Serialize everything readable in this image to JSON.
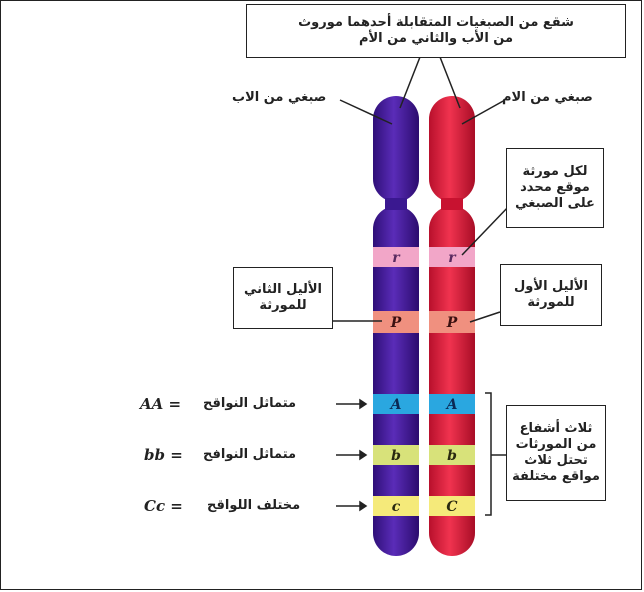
{
  "labels": {
    "top_box": "شقع من الصبغيات المتقابلة أحدهما موروث\nمن الأب والثاني من الأم",
    "paternal_chromosome": "صبغي من الاب",
    "maternal_chromosome": "صبغي من الام",
    "gene_locus": "لكل مورثة\nموقع محدد\nعلى الصبغي",
    "second_allele": "الأليل الثاني\nللمورثة",
    "first_allele": "الأليل الأول\nللمورثة",
    "three_pairs": "ثلاث أشفاع\nمن المورثات\nتحتل ثلاث\nمواقع مختلفة"
  },
  "rows": [
    {
      "text": "متماثل النواقح",
      "genotype": "AA ="
    },
    {
      "text": "متماثل النوافح",
      "genotype": "bb ="
    },
    {
      "text": "مختلف اللواقح",
      "genotype": "Cc ="
    }
  ],
  "bands": {
    "left": [
      "r",
      "P",
      "A",
      "b",
      "c"
    ],
    "right": [
      "r",
      "P",
      "A",
      "b",
      "C"
    ]
  },
  "colors": {
    "paternal": "#4a1e9e",
    "maternal": "#e21a3c",
    "band_r": "#f2a6c8",
    "band_P": "#f0907f",
    "band_A": "#2aa7e0",
    "band_b": "#d8e27a",
    "band_c": "#f5ea7a"
  }
}
